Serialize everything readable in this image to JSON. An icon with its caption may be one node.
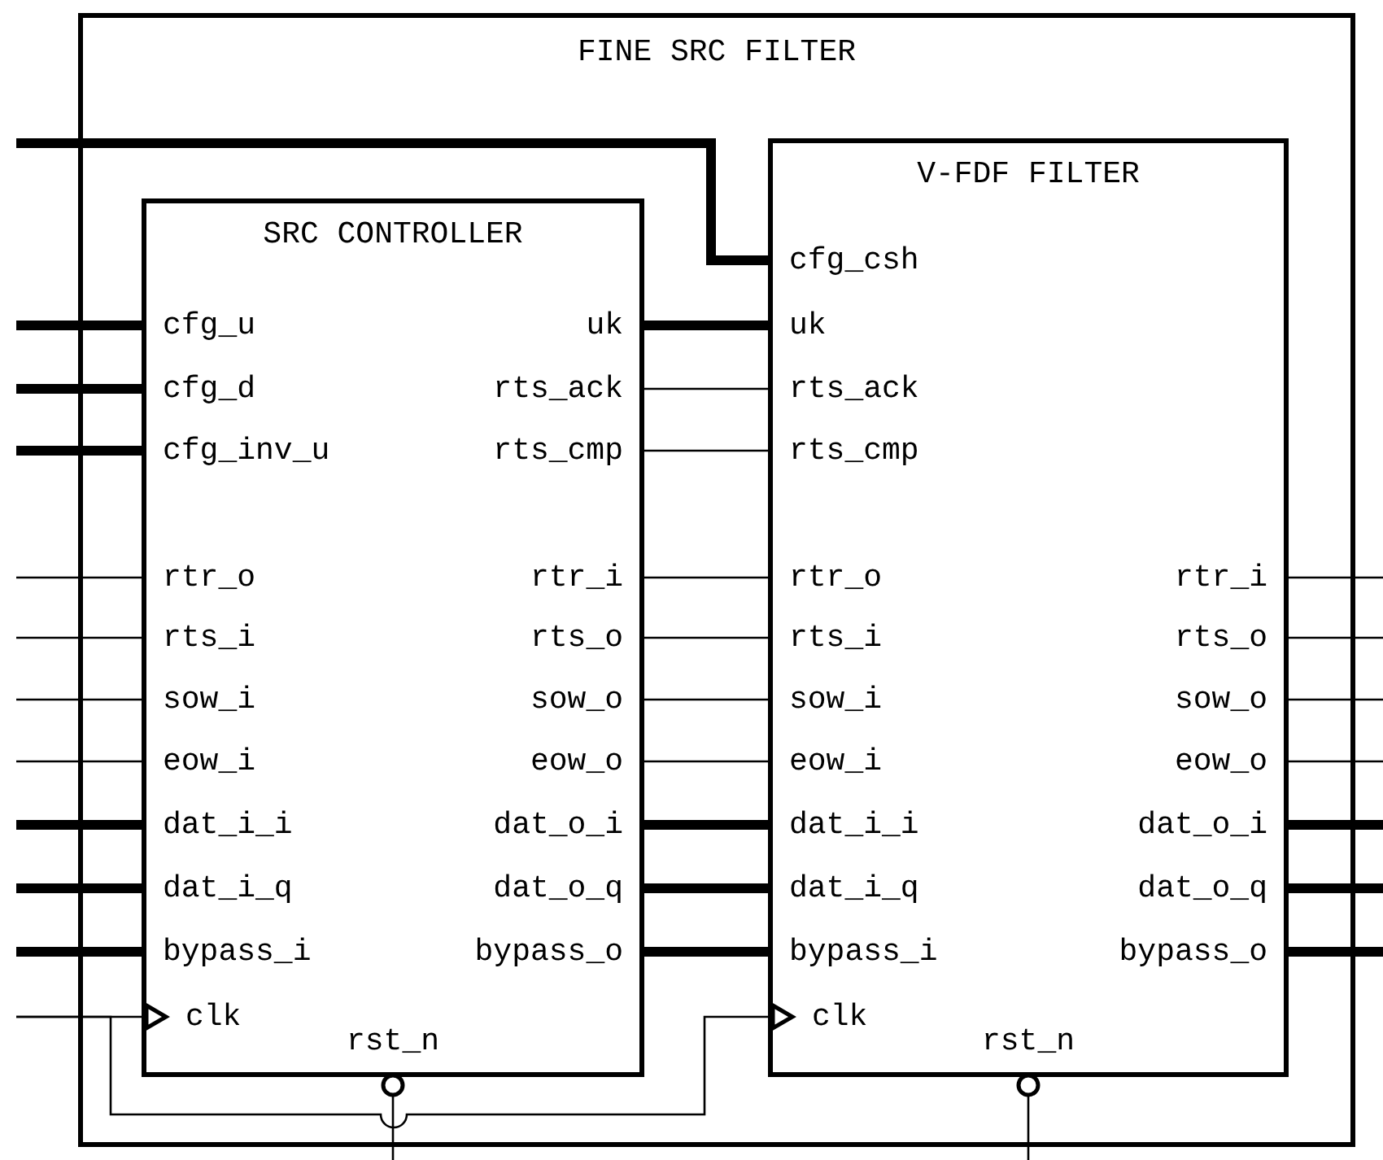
{
  "diagram": {
    "nodes": [
      {
        "text": [
          "FINE SRC FILTER"
        ]
      },
      {
        "text": [
          "SRC CONTROLLER"
        ],
        "in": 0
      },
      {
        "text": [
          "cfg_u"
        ],
        "in": 1
      },
      {
        "text": [
          "cfg_d"
        ],
        "in": 1
      },
      {
        "text": [
          "cfg_inv_u"
        ],
        "in": 1
      },
      {
        "text": [
          "rtr_o"
        ],
        "in": 1
      },
      {
        "text": [
          "rts_i"
        ],
        "in": 1
      },
      {
        "text": [
          "sow_i"
        ],
        "in": 1
      },
      {
        "text": [
          "eow_i"
        ],
        "in": 1
      },
      {
        "text": [
          "dat_i_i"
        ],
        "in": 1
      },
      {
        "text": [
          "dat_i_q"
        ],
        "in": 1
      },
      {
        "text": [
          "bypass_i"
        ],
        "in": 1
      },
      {
        "text": [
          "clk"
        ],
        "in": 1
      },
      {
        "text": [
          "uk"
        ],
        "in": 1
      },
      {
        "text": [
          "rts_ack"
        ],
        "in": 1
      },
      {
        "text": [
          "rts_cmp"
        ],
        "in": 1
      },
      {
        "text": [
          "rtr_i"
        ],
        "in": 1
      },
      {
        "text": [
          "rts_o"
        ],
        "in": 1
      },
      {
        "text": [
          "sow_o"
        ],
        "in": 1
      },
      {
        "text": [
          "eow_o"
        ],
        "in": 1
      },
      {
        "text": [
          "dat_o_i"
        ],
        "in": 1
      },
      {
        "text": [
          "dat_o_q"
        ],
        "in": 1
      },
      {
        "text": [
          "bypass_o"
        ],
        "in": 1
      },
      {
        "text": [
          "rst_n"
        ],
        "in": 1
      },
      {
        "text": [
          "V-FDF FILTER"
        ],
        "in": 0
      },
      {
        "text": [
          "cfg_csh"
        ],
        "in": 24
      },
      {
        "text": [
          "uk"
        ],
        "in": 24
      },
      {
        "text": [
          "rts_ack"
        ],
        "in": 24
      },
      {
        "text": [
          "rts_cmp"
        ],
        "in": 24
      },
      {
        "text": [
          "rtr_o"
        ],
        "in": 24
      },
      {
        "text": [
          "rts_i"
        ],
        "in": 24
      },
      {
        "text": [
          "sow_i"
        ],
        "in": 24
      },
      {
        "text": [
          "eow_i"
        ],
        "in": 24
      },
      {
        "text": [
          "dat_i_i"
        ],
        "in": 24
      },
      {
        "text": [
          "dat_i_q"
        ],
        "in": 24
      },
      {
        "text": [
          "bypass_i"
        ],
        "in": 24
      },
      {
        "text": [
          "clk"
        ],
        "in": 24
      },
      {
        "text": [
          "rtr_i"
        ],
        "in": 24
      },
      {
        "text": [
          "rts_o"
        ],
        "in": 24
      },
      {
        "text": [
          "sow_o"
        ],
        "in": 24
      },
      {
        "text": [
          "eow_o"
        ],
        "in": 24
      },
      {
        "text": [
          "dat_o_i"
        ],
        "in": 24
      },
      {
        "text": [
          "dat_o_q"
        ],
        "in": 24
      },
      {
        "text": [
          "bypass_o"
        ],
        "in": 24
      },
      {
        "text": [
          "rst_n"
        ],
        "in": 24
      }
    ],
    "edges": [
      {
        "from": null,
        "to": 2,
        "arrow": "none",
        "style": "thick"
      },
      {
        "from": null,
        "to": 3,
        "arrow": "none",
        "style": "thick"
      },
      {
        "from": null,
        "to": 4,
        "arrow": "none",
        "style": "thick"
      },
      {
        "from": null,
        "to": 5,
        "arrow": "none"
      },
      {
        "from": null,
        "to": 6,
        "arrow": "none"
      },
      {
        "from": null,
        "to": 7,
        "arrow": "none"
      },
      {
        "from": null,
        "to": 8,
        "arrow": "none"
      },
      {
        "from": null,
        "to": 9,
        "arrow": "none",
        "style": "thick"
      },
      {
        "from": null,
        "to": 10,
        "arrow": "none",
        "style": "thick"
      },
      {
        "from": null,
        "to": 11,
        "arrow": "none",
        "style": "thick"
      },
      {
        "from": null,
        "to": 12,
        "arrow": "to"
      },
      {
        "from": null,
        "to": 36,
        "arrow": "to"
      },
      {
        "from": null,
        "to": 25,
        "arrow": "none",
        "style": "thick"
      },
      {
        "from": 13,
        "to": 26,
        "arrow": "none",
        "style": "thick"
      },
      {
        "from": 14,
        "to": 27,
        "arrow": "none"
      },
      {
        "from": 15,
        "to": 28,
        "arrow": "none"
      },
      {
        "from": 16,
        "to": 29,
        "arrow": "none"
      },
      {
        "from": 17,
        "to": 30,
        "arrow": "none"
      },
      {
        "from": 18,
        "to": 31,
        "arrow": "none"
      },
      {
        "from": 19,
        "to": 32,
        "arrow": "none"
      },
      {
        "from": 20,
        "to": 33,
        "arrow": "none",
        "style": "thick"
      },
      {
        "from": 21,
        "to": 34,
        "arrow": "none",
        "style": "thick"
      },
      {
        "from": 22,
        "to": 35,
        "arrow": "none",
        "style": "thick"
      },
      {
        "from": 37,
        "to": null,
        "arrow": "none"
      },
      {
        "from": 38,
        "to": null,
        "arrow": "none"
      },
      {
        "from": 39,
        "to": null,
        "arrow": "none"
      },
      {
        "from": 40,
        "to": null,
        "arrow": "none"
      },
      {
        "from": 41,
        "to": null,
        "arrow": "none",
        "style": "thick"
      },
      {
        "from": 42,
        "to": null,
        "arrow": "none",
        "style": "thick"
      },
      {
        "from": 43,
        "to": null,
        "arrow": "none",
        "style": "thick"
      },
      {
        "from": null,
        "to": 23,
        "arrow": "other"
      },
      {
        "from": null,
        "to": 44,
        "arrow": "other"
      }
    ]
  }
}
